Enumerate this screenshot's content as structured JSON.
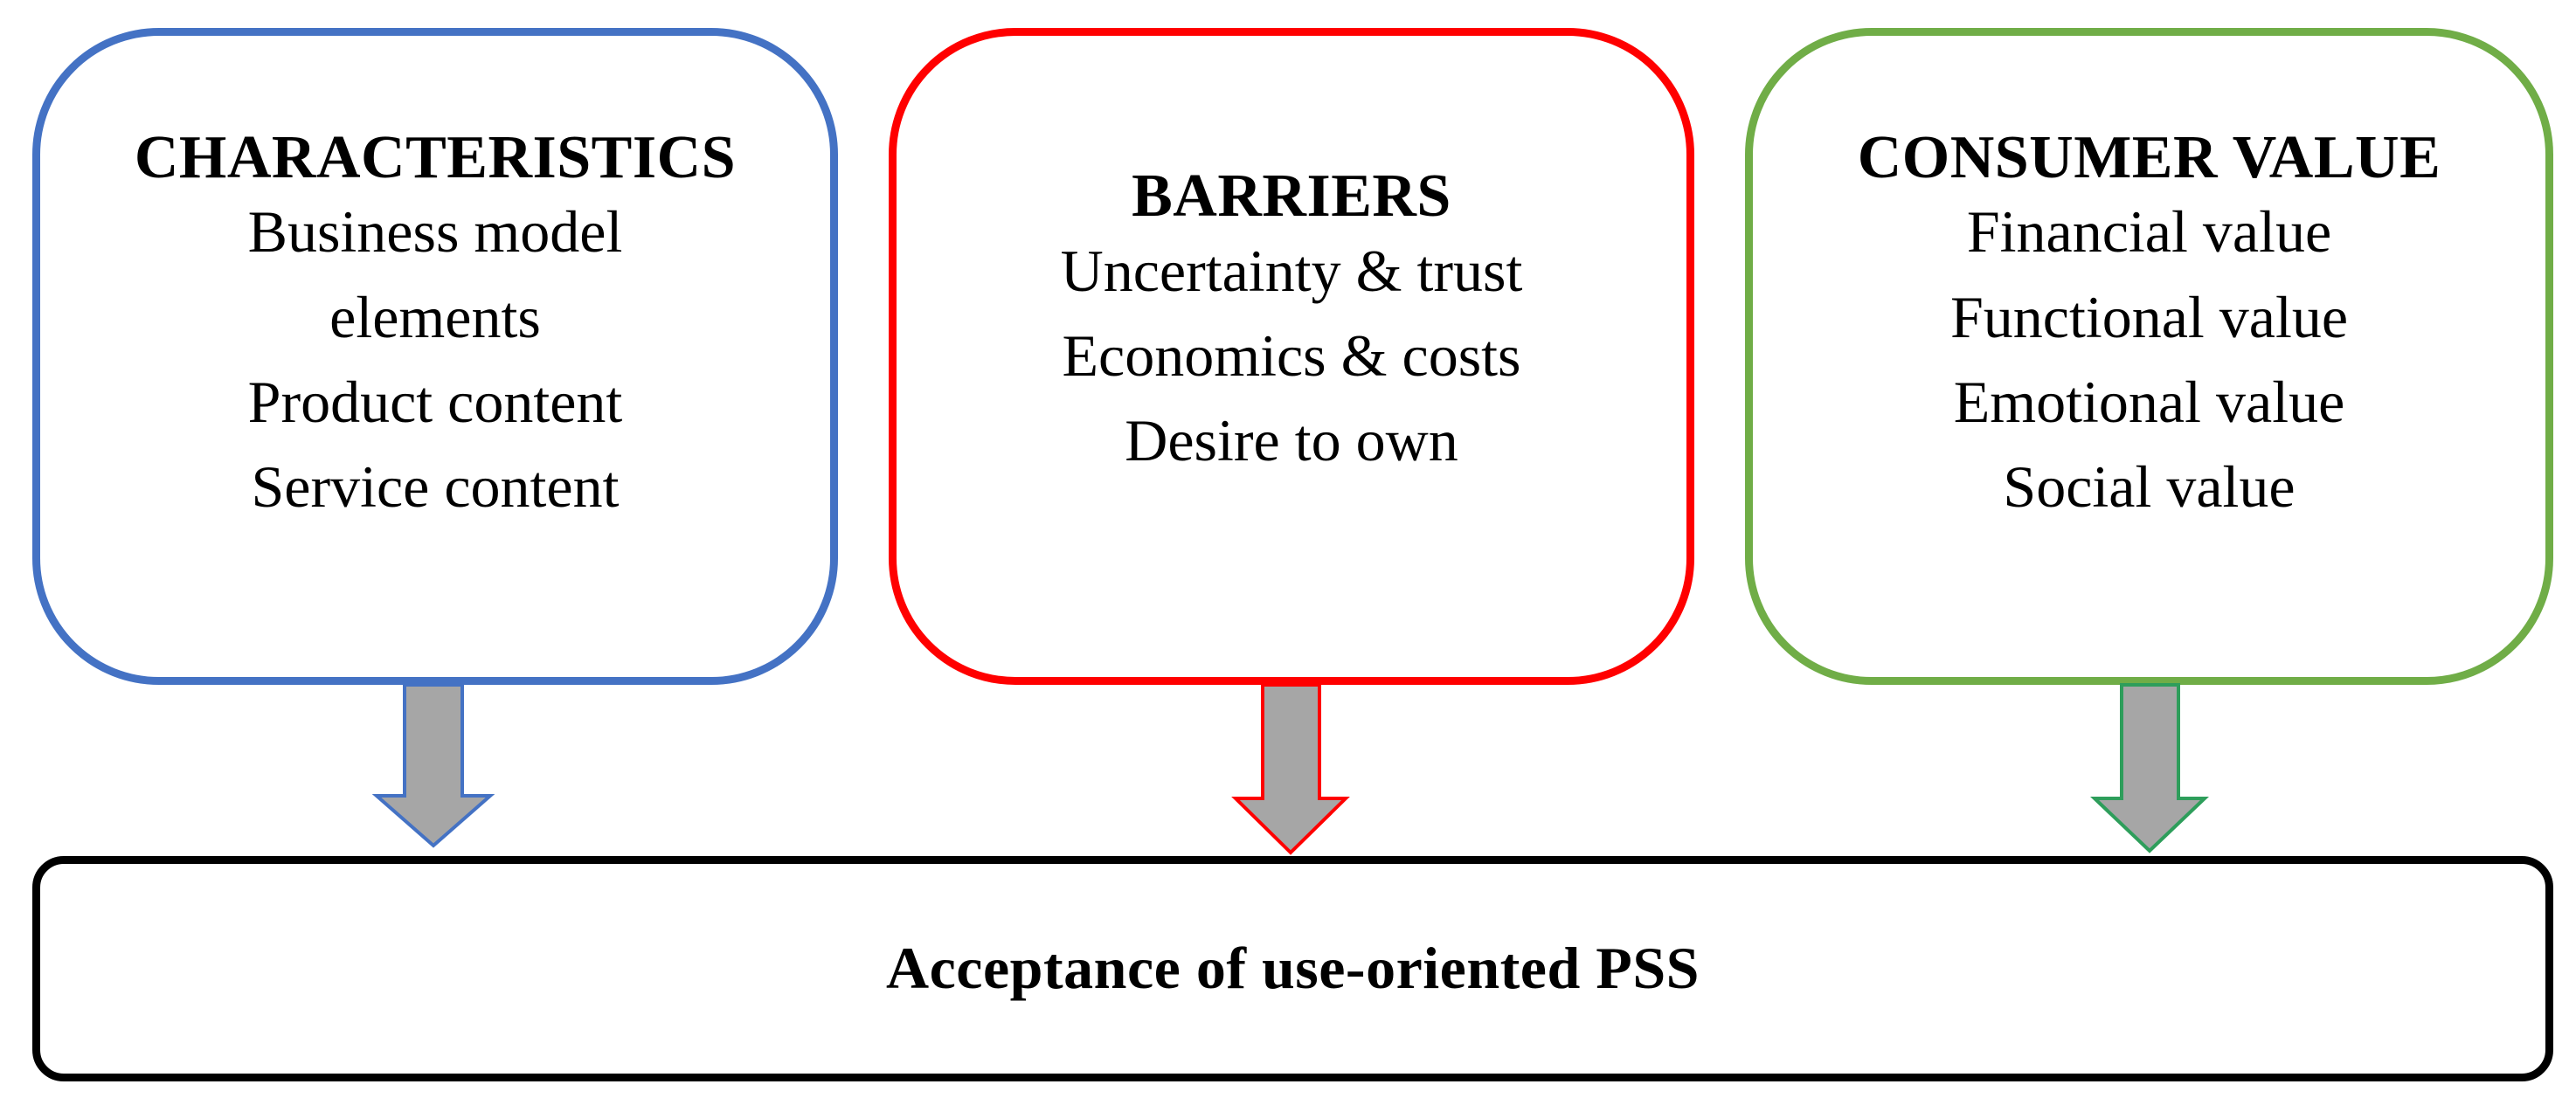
{
  "diagram": {
    "characteristics": {
      "title": "CHARACTERISTICS",
      "lines": [
        "Business model",
        "elements",
        "Product content",
        "Service content"
      ],
      "border_color": "#4472C4"
    },
    "barriers": {
      "title": "BARRIERS",
      "lines": [
        "Uncertainty & trust",
        "Economics & costs",
        "Desire to own"
      ],
      "border_color": "#FF0000"
    },
    "consumer_value": {
      "title": "CONSUMER VALUE",
      "lines": [
        "Financial value",
        "Functional value",
        "Emotional value",
        "Social value"
      ],
      "border_color": "#70AD47"
    },
    "outcome": {
      "label": "Acceptance of use-oriented PSS",
      "border_color": "#000000"
    },
    "arrow_fill": "#A6A6A6"
  }
}
